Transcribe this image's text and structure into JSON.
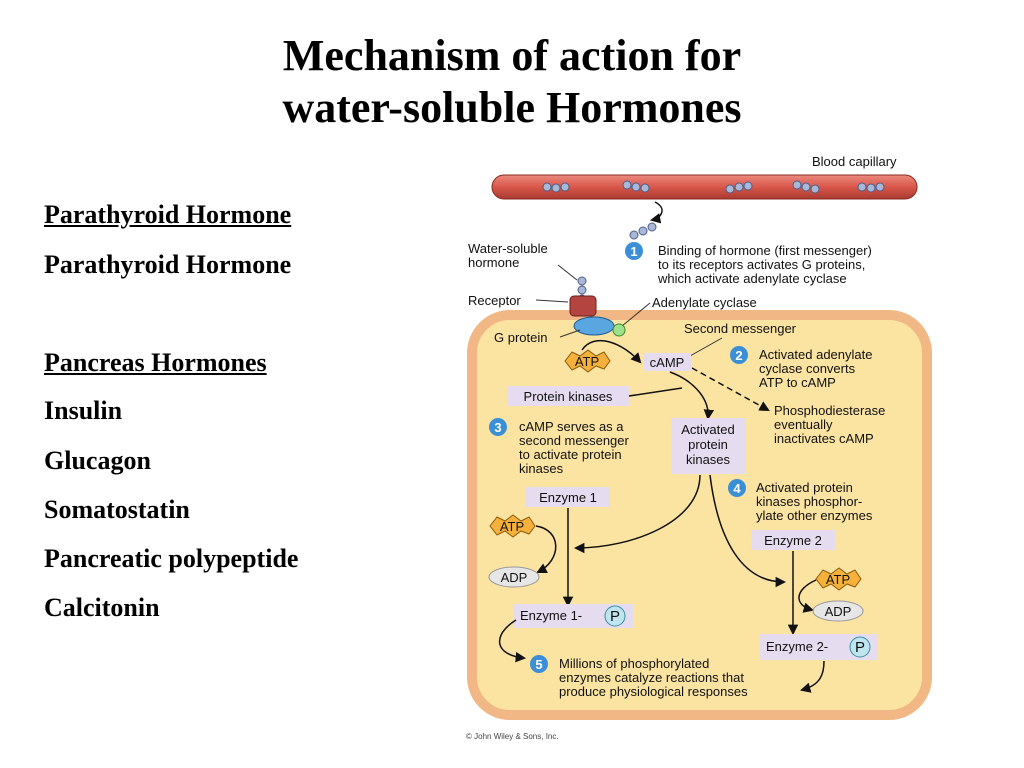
{
  "slide": {
    "title_line1": "Mechanism of action for",
    "title_line2": "water-soluble Hormones"
  },
  "left_list": {
    "heading1": "Parathyroid Hormone",
    "items1": [
      "Parathyroid Hormone"
    ],
    "heading2": "Pancreas Hormones",
    "items2": [
      "Insulin",
      "Glucagon",
      "Somatostatin",
      "Pancreatic polypeptide",
      "Calcitonin"
    ]
  },
  "diagram": {
    "labels": {
      "blood_capillary": "Blood capillary",
      "water_soluble_1": "Water-soluble",
      "water_soluble_2": "hormone",
      "receptor": "Receptor",
      "g_protein": "G protein",
      "adenylate_cyclase": "Adenylate cyclase",
      "second_messenger": "Second messenger",
      "atp": "ATP",
      "camp": "cAMP",
      "protein_kinases": "Protein kinases",
      "activated_pk_1": "Activated",
      "activated_pk_2": "protein",
      "activated_pk_3": "kinases",
      "enzyme1": "Enzyme 1",
      "enzyme2": "Enzyme 2",
      "adp": "ADP",
      "enzyme1_p": "Enzyme 1-",
      "enzyme2_p": "Enzyme 2-",
      "p": "P",
      "credit": "© John Wiley & Sons, Inc."
    },
    "steps": [
      {
        "num": "1",
        "lines": [
          "Binding of hormone (first messenger)",
          "to its receptors activates G proteins,",
          "which activate adenylate cyclase"
        ]
      },
      {
        "num": "2",
        "lines": [
          "Activated adenylate",
          "cyclase converts",
          "ATP to cAMP"
        ]
      },
      {
        "num": "3",
        "lines": [
          "cAMP serves as a",
          "second messenger",
          "to activate protein",
          "kinases"
        ]
      },
      {
        "num": "4",
        "lines": [
          "Activated protein",
          "kinases phosphor-",
          "ylate other enzymes"
        ]
      },
      {
        "num": "5",
        "lines": [
          "Millions of phosphorylated",
          "enzymes catalyze reactions that",
          "produce physiological responses"
        ]
      }
    ],
    "phosphodiesterase": [
      "Phosphodiesterase",
      "eventually",
      "inactivates cAMP"
    ],
    "colors": {
      "capillary": "#d9574a",
      "cell_fill": "#fbe3a2",
      "cell_border": "#f1b784",
      "step_badge": "#3b8fd6",
      "atp_fill": "#f6b13c",
      "label_box": "#e5dcef"
    }
  }
}
